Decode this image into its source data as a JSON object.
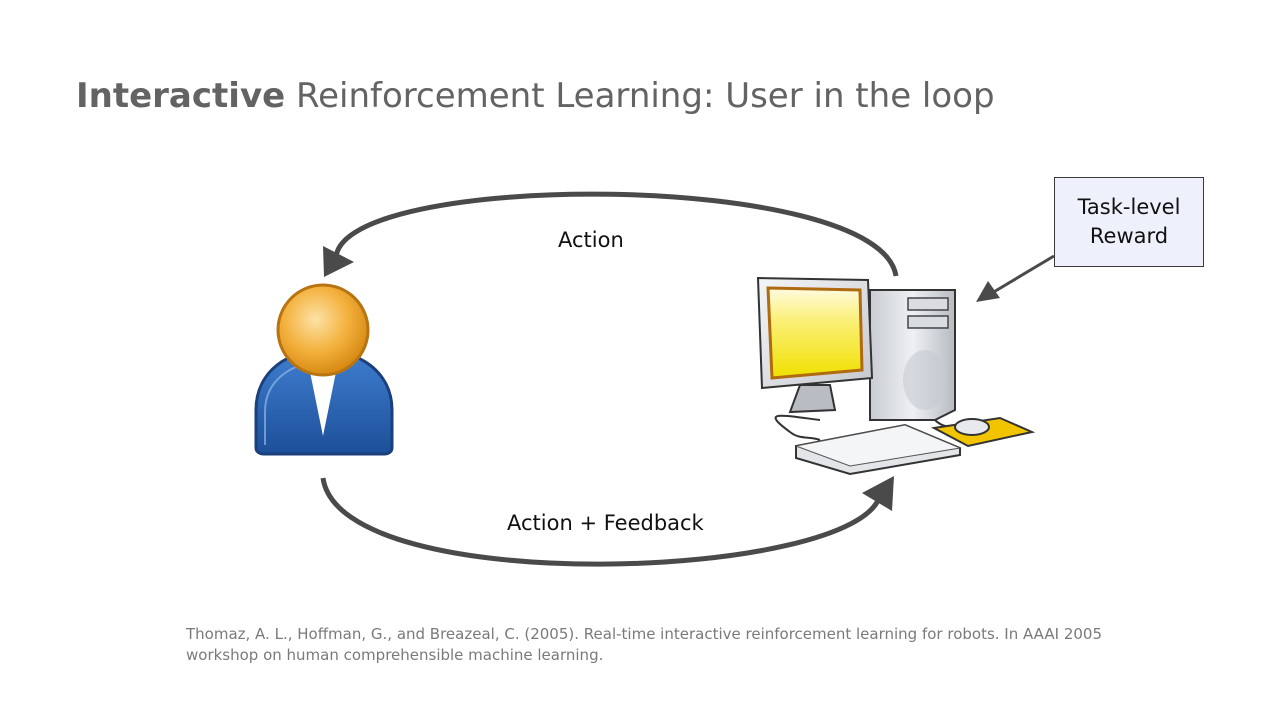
{
  "title": {
    "bold": "Interactive",
    "rest": "Reinforcement Learning: User in the loop"
  },
  "diagram": {
    "top_arrow_label": "Action",
    "bottom_arrow_label": "Action + Feedback",
    "reward_box_label": "Task-level\nReward",
    "nodes": {
      "user": "user-icon",
      "computer": "computer-icon"
    },
    "colors": {
      "arrow": "#4a4a4a",
      "user_head": "#f0a52a",
      "user_body": "#2c66b3",
      "screen": "#f6e81a",
      "mousepad": "#f2c400",
      "reward_box_fill": "#eef0fb"
    }
  },
  "citation": "Thomaz, A. L., Hoffman, G., and Breazeal, C. (2005). Real-time interactive reinforcement learning for robots. In AAAI 2005 workshop on human comprehensible machine learning."
}
